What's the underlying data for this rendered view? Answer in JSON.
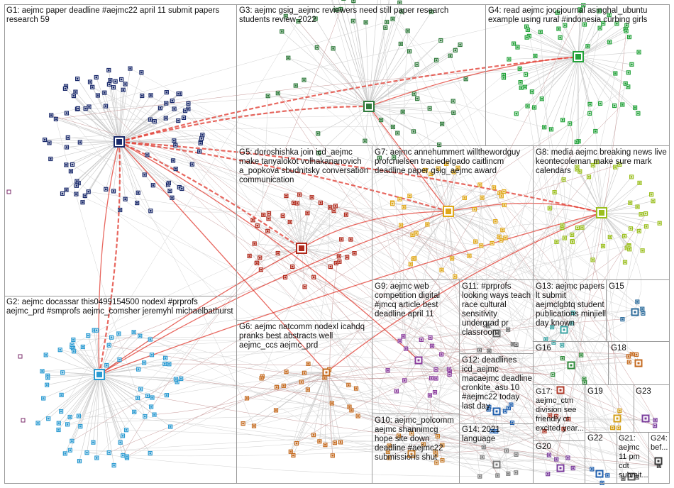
{
  "graph": {
    "background": "#ffffff",
    "box_border_color": "#9a9a9a",
    "edge_color": "#c9c9c9",
    "highlight_edge_color": "#e0352b",
    "groups": [
      {
        "id": "G1",
        "label": "G1: aejmc paper deadline #aejmc22 april 11 submit papers research 59",
        "node_color": "#1a2a6b"
      },
      {
        "id": "G2",
        "label": "G2: aejmc docassar this0499154500 nodexl #prprofs aejmc_prd #smprofs aejmc_comsher jeremyhl michaelbathurst",
        "node_color": "#2a9ad1"
      },
      {
        "id": "G3",
        "label": "G3: aejmc gsig_aejmc reviewers need still paper research students review 2022",
        "node_color": "#2f7a3b"
      },
      {
        "id": "G4",
        "label": "G4: read aejmc joccjournal asinghal_ubuntu example using rural #indonesia curbing girls",
        "node_color": "#23a23a"
      },
      {
        "id": "G5",
        "label": "G5: doroshishka join icd_aejmc make tanyalokot volhakananovich a_popkova sbudnitsky conversation communication",
        "node_color": "#b02a1c"
      },
      {
        "id": "G6",
        "label": "G6: aejmc natcomm nodexl icahdq pranks best abstracts well aejmc_ccs aejmc_prd",
        "node_color": "#c46a1f"
      },
      {
        "id": "G7",
        "label": "G7: aejmc annehummert willthewordguy profcnielsen traciedelgado caitlincm deadline paper gsig_aejmc award",
        "node_color": "#e0a81a"
      },
      {
        "id": "G8",
        "label": "G8: media aejmc breaking news live keontecoleman make sure mark calendars",
        "node_color": "#9bbf1f"
      },
      {
        "id": "G9",
        "label": "G9: aejmc web competition digital #jmcq article best deadline april 11",
        "node_color": "#8a3c9c"
      },
      {
        "id": "G10",
        "label": "G10: aejmc_polcomm aejmc shannimcg hope site down deadline #aejmc22 submissions shut",
        "node_color": "#c47a2a"
      },
      {
        "id": "G11",
        "label": "G11: #prprofs looking ways teach race cultural sensitivity undergrad pr classroom",
        "node_color": "#6a6a6a"
      },
      {
        "id": "G12",
        "label": "G12: deadlines icd_aejmc macaejmc deadline cronkite_asu 10 #aejmc22 today last day",
        "node_color": "#1f5fae"
      },
      {
        "id": "G13",
        "label": "G13: aejmc papers lt submit aejmclgbtq student publications minjiell day known",
        "node_color": "#3aa3a3"
      },
      {
        "id": "G14",
        "label": "G14: 2021 language",
        "node_color": "#7a7a7a"
      },
      {
        "id": "G15",
        "label": "G15",
        "node_color": "#2a6a9a"
      },
      {
        "id": "G16",
        "label": "G16",
        "node_color": "#2f8a3a"
      },
      {
        "id": "G17",
        "label": "G17: aejmc_ctm division see friendly ct excited year...",
        "node_color": "#b03a2a"
      },
      {
        "id": "G18",
        "label": "G18",
        "node_color": "#c46a1f"
      },
      {
        "id": "G19",
        "label": "G19",
        "node_color": "#d4a01a"
      },
      {
        "id": "G20",
        "label": "G20",
        "node_color": "#7a3c9c"
      },
      {
        "id": "G21",
        "label": "G21: aejmc 11 pm cdt submit...",
        "node_color": "#5a5a5a"
      },
      {
        "id": "G22",
        "label": "G22",
        "node_color": "#1f5fae"
      },
      {
        "id": "G23",
        "label": "G23",
        "node_color": "#7a3c9c"
      },
      {
        "id": "G24",
        "label": "G24: bef...",
        "node_color": "#3a3a3a"
      }
    ]
  }
}
